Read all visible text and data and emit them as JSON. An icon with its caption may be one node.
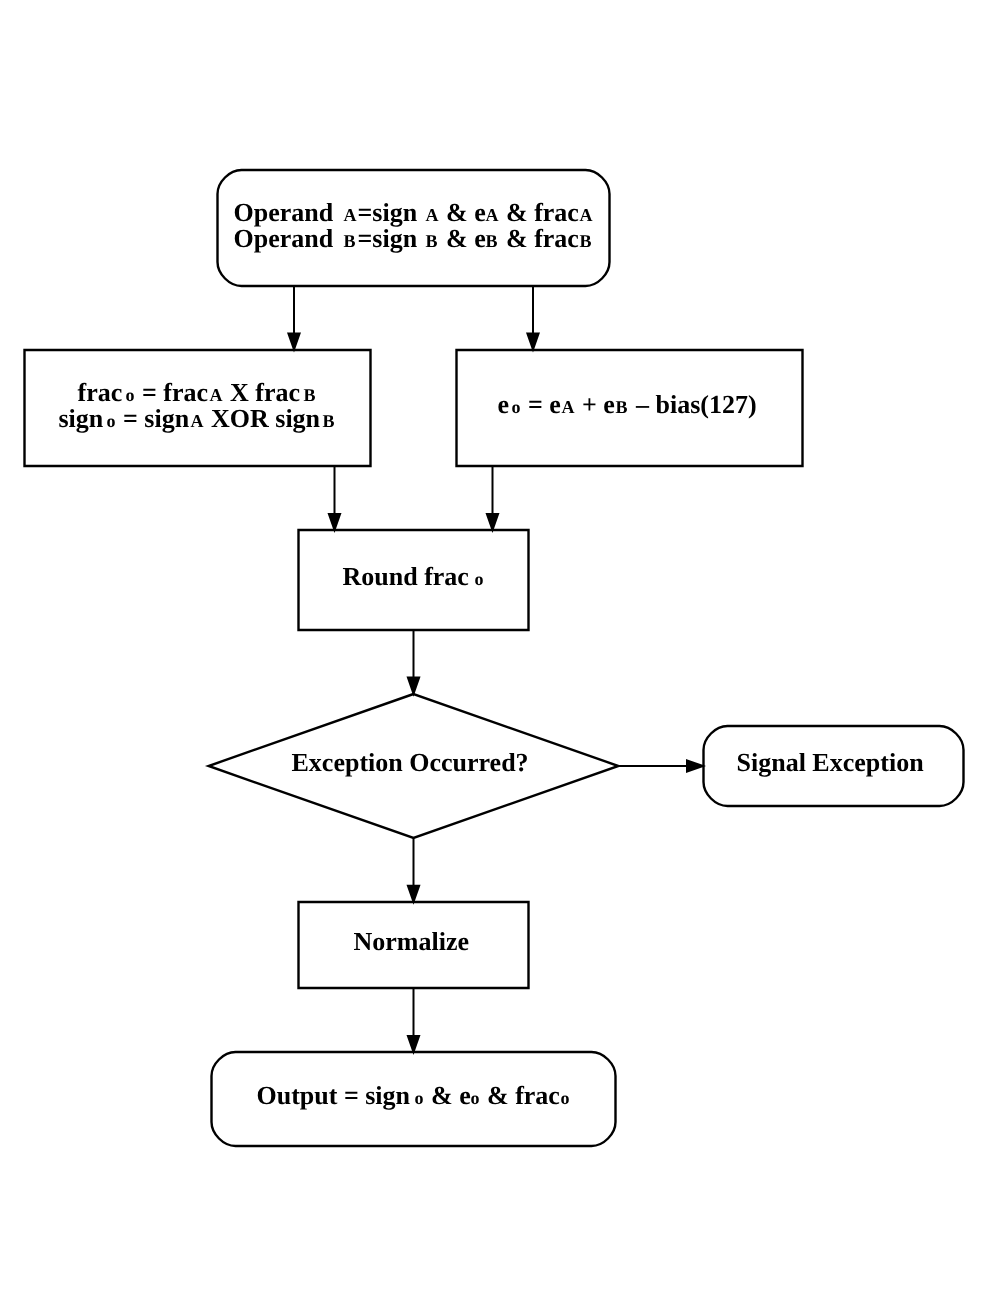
{
  "diagram": {
    "nodes": [
      {
        "text": [
          "Operand $_{A}$=sign $_{A}$ & e$_{A}$ & frac$_{A}$",
          "Operand $_{B}$=sign $_{B}$ & e$_{B}$ & frac$_{B}$"
        ]
      },
      {
        "text": [
          "frac$_{o}$ = frac$_{A}$ X frac$_{B}$",
          "sign$_{o}$ = sign$_{A}$ XOR sign$_{B}$"
        ]
      },
      {
        "text": [
          "e$_{o}$ = e$_{A}$ + e$_{B}$ – bias(127)"
        ]
      },
      {
        "text": [
          "Round frac$_{o}$"
        ]
      },
      {
        "text": [
          "Exception Occurred?"
        ]
      },
      {
        "text": [
          "Signal Exception"
        ]
      },
      {
        "text": [
          "Normalize"
        ]
      },
      {
        "text": [
          "Output = sign$_{o}$ & e$_{o}$ & frac$_{o}$"
        ]
      }
    ],
    "edges": [
      {
        "from": 0,
        "to": 1,
        "arrow": "to"
      },
      {
        "from": 0,
        "to": 2,
        "arrow": "to"
      },
      {
        "from": 1,
        "to": 3,
        "arrow": "to"
      },
      {
        "from": 2,
        "to": 3,
        "arrow": "to"
      },
      {
        "from": 3,
        "to": 4,
        "arrow": "to"
      },
      {
        "from": 4,
        "to": 5,
        "arrow": "to"
      },
      {
        "from": 4,
        "to": 6,
        "arrow": "to"
      },
      {
        "from": 6,
        "to": 7,
        "arrow": "to"
      }
    ]
  }
}
